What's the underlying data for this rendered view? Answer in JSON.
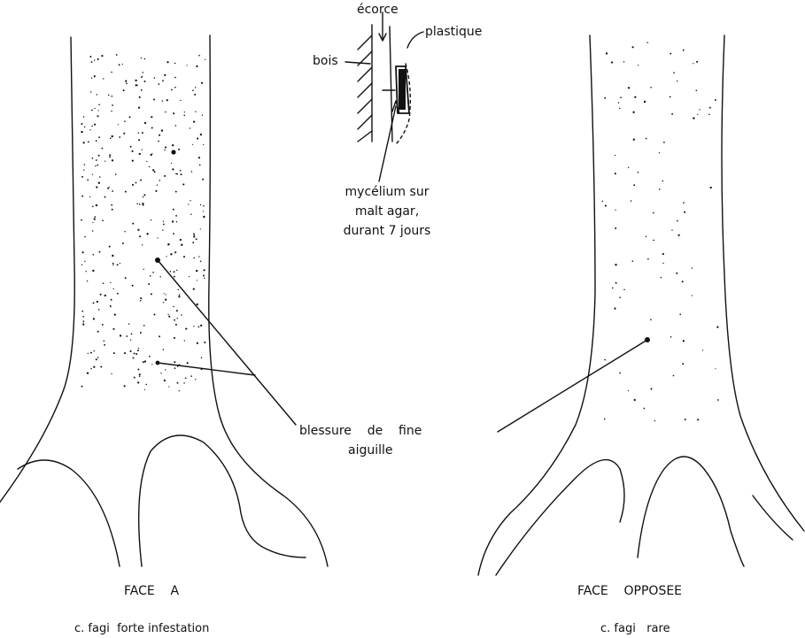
{
  "inset": {
    "bark_label": "écorce",
    "plastic_label": "plastique",
    "wood_label": "bois",
    "mycelium_line1": "mycélium sur",
    "mycelium_line2": "malt agar,",
    "mycelium_line3": "durant 7 jours"
  },
  "wound_label_line1": "blessure    de    fine",
  "wound_label_line2": "aiguille",
  "left_tree": {
    "face_label": "FACE    A",
    "caption": "c. fagi  forte infestation"
  },
  "right_tree": {
    "face_label": "FACE    OPPOSEE",
    "caption": "c. fagi   rare"
  },
  "colors": {
    "ink": "#111111",
    "background": "#ffffff"
  }
}
